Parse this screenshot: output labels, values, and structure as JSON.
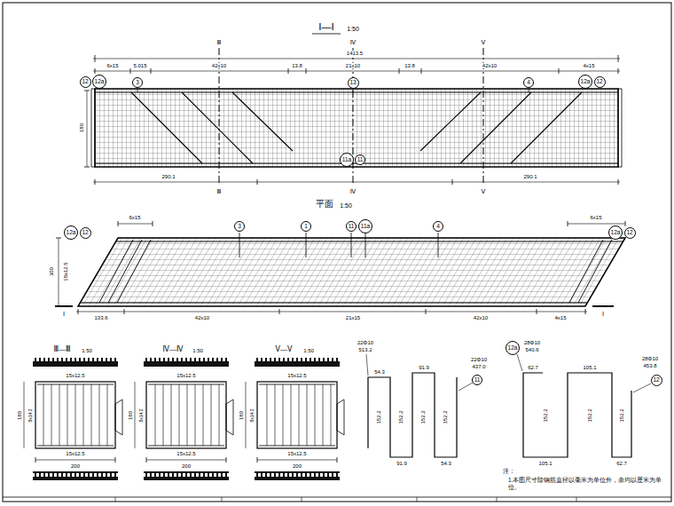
{
  "diagram": {
    "nodes": [
      {
        "text": [
          "12"
        ]
      },
      {
        "text": [
          "12a"
        ]
      },
      {
        "text": [
          "3"
        ]
      },
      {
        "text": [
          "13"
        ]
      },
      {
        "text": [
          "4"
        ]
      },
      {
        "text": [
          "12a"
        ]
      },
      {
        "text": [
          "12"
        ]
      },
      {
        "text": [
          "11a"
        ]
      },
      {
        "text": [
          "11"
        ]
      },
      {
        "text": [
          "12a"
        ]
      },
      {
        "text": [
          "12"
        ]
      },
      {
        "text": [
          "3"
        ]
      },
      {
        "text": [
          "1"
        ]
      },
      {
        "text": [
          "11"
        ]
      },
      {
        "text": [
          "11a"
        ]
      },
      {
        "text": [
          "4"
        ]
      },
      {
        "text": [
          "12a"
        ]
      },
      {
        "text": [
          "12"
        ]
      },
      {
        "text": [
          "11"
        ]
      },
      {
        "text": [
          "12a"
        ]
      },
      {
        "text": [
          "12"
        ]
      }
    ],
    "labels": [
      "Ⅰ—Ⅰ",
      "1:50",
      "1413.5",
      "6x15",
      "5.015",
      "42x10",
      "13.8",
      "21x10",
      "13.8",
      "42x10",
      "4x15",
      "180",
      "290.1",
      "290.1",
      "Ⅲ",
      "Ⅳ",
      "Ⅴ",
      "Ⅲ",
      "Ⅳ",
      "Ⅴ",
      "平面",
      "1:50",
      "6x15",
      "6x15",
      "300",
      "18x12.5",
      "133.6",
      "42x10",
      "21x15",
      "42x10",
      "4x15",
      "Ⅰ",
      "Ⅰ",
      "Ⅲ—Ⅲ",
      "1:50",
      "15x12.5",
      "15x12.5",
      "8x14.2",
      "180",
      "200",
      "Ⅳ—Ⅳ",
      "1:50",
      "15x12.5",
      "15x12.5",
      "8x14.2",
      "180",
      "200",
      "Ⅴ—Ⅴ",
      "1:50",
      "15x12.5",
      "15x12.5",
      "8x14.2",
      "180",
      "200",
      "22Φ10",
      "513.2",
      "54.3",
      "91.9",
      "152.2",
      "152.2",
      "152.2",
      "152.2",
      "91.9",
      "54.3",
      "22Φ10",
      "437.0",
      "28Φ10",
      "540.6",
      "62.7",
      "105.1",
      "152.2",
      "152.2",
      "152.2",
      "105.1",
      "62.7",
      "28Φ10",
      "453.8",
      "注：",
      "1.本图尺寸除钢筋直径以毫米为单位外，余均以厘米为单位。"
    ]
  }
}
